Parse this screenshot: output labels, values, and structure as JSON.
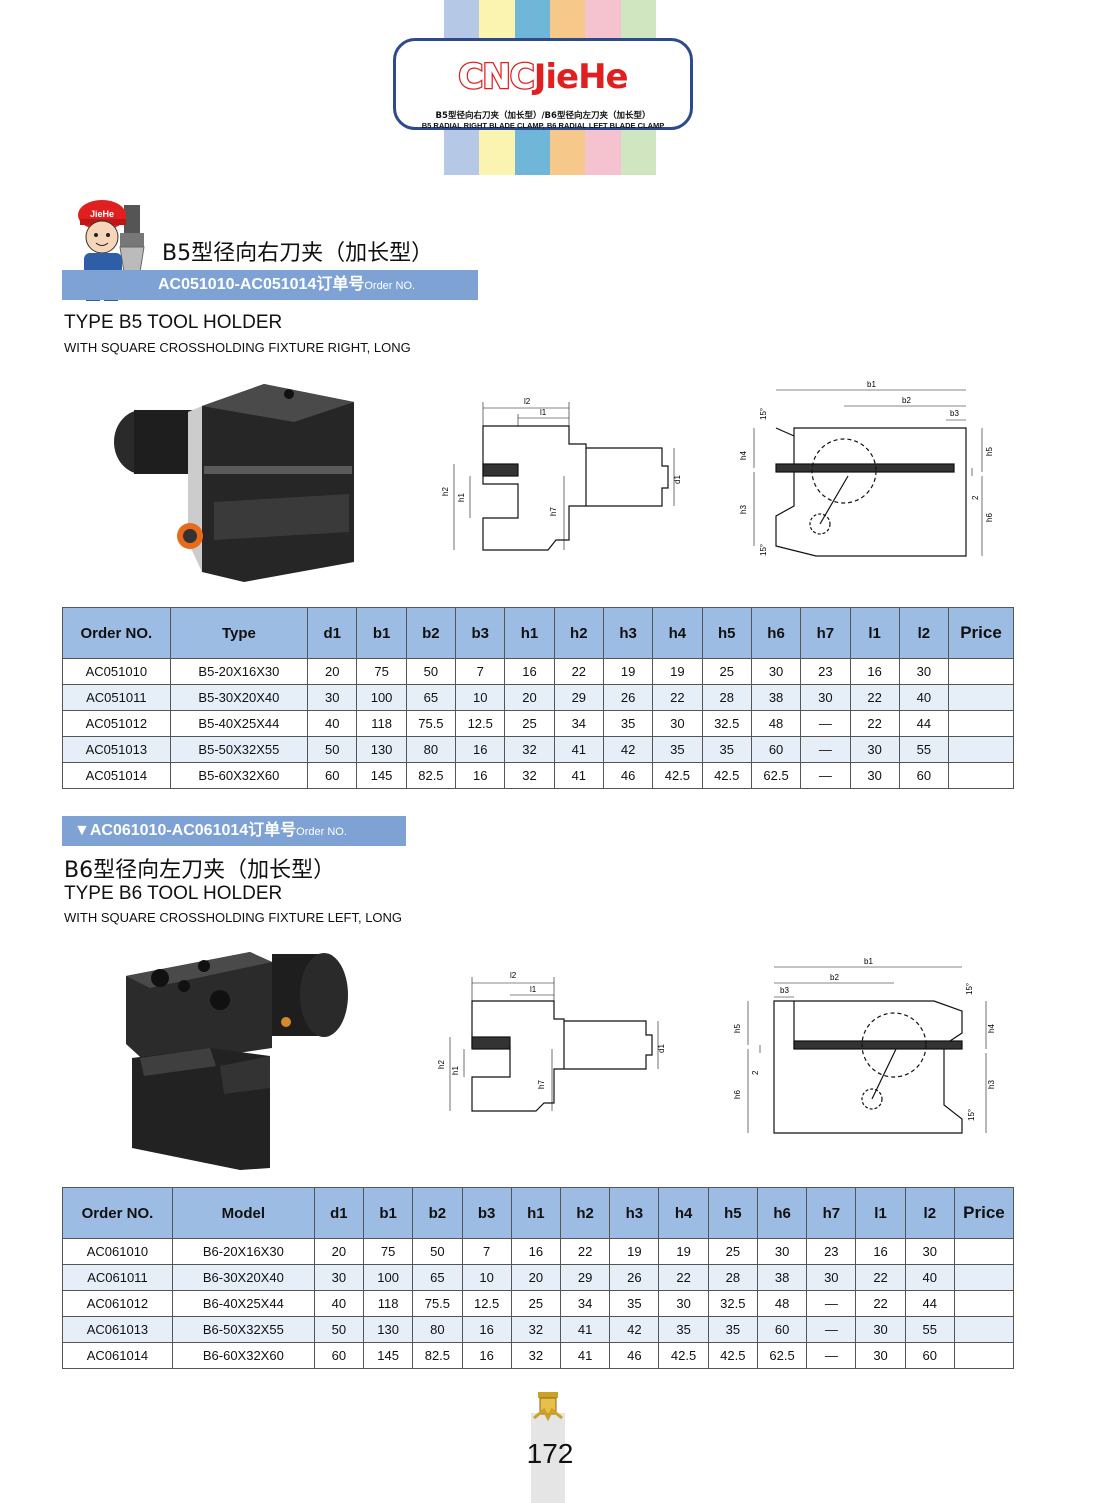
{
  "header": {
    "brand_cnc": "CNC",
    "brand_jiehe": "JieHe",
    "subtitle_cn": "B5型径向右刀夹（加长型）/B6型径向左刀夹（加长型）",
    "subtitle_en": "B5 RADIAL RIGHT BLADE CLAMP, B6 RADIAL LEFT BLADE CLAMP",
    "stripe_colors": [
      "#b5c9e6",
      "#fbf3b0",
      "#6fb6d9",
      "#f6c98a",
      "#f5c3cf",
      "#cfe6c0"
    ]
  },
  "mascot": {
    "cap_text": "JieHe"
  },
  "b5": {
    "title_cn": "B5型径向右刀夹（加长型）",
    "order_range": "AC051010-AC051014订单号",
    "order_label": "Order NO.",
    "title_en": "TYPE B5 TOOL HOLDER",
    "subtitle_en": "WITH SQUARE CROSSHOLDING FIXTURE RIGHT, LONG",
    "columns": [
      "Order NO.",
      "Type",
      "d1",
      "b1",
      "b2",
      "b3",
      "h1",
      "h2",
      "h3",
      "h4",
      "h5",
      "h6",
      "h7",
      "l1",
      "l2",
      "Price"
    ],
    "rows": [
      [
        "AC051010",
        "B5-20X16X30",
        "20",
        "75",
        "50",
        "7",
        "16",
        "22",
        "19",
        "19",
        "25",
        "30",
        "23",
        "16",
        "30",
        ""
      ],
      [
        "AC051011",
        "B5-30X20X40",
        "30",
        "100",
        "65",
        "10",
        "20",
        "29",
        "26",
        "22",
        "28",
        "38",
        "30",
        "22",
        "40",
        ""
      ],
      [
        "AC051012",
        "B5-40X25X44",
        "40",
        "118",
        "75.5",
        "12.5",
        "25",
        "34",
        "35",
        "30",
        "32.5",
        "48",
        "—",
        "22",
        "44",
        ""
      ],
      [
        "AC051013",
        "B5-50X32X55",
        "50",
        "130",
        "80",
        "16",
        "32",
        "41",
        "42",
        "35",
        "35",
        "60",
        "—",
        "30",
        "55",
        ""
      ],
      [
        "AC051014",
        "B5-60X32X60",
        "60",
        "145",
        "82.5",
        "16",
        "32",
        "41",
        "46",
        "42.5",
        "42.5",
        "62.5",
        "—",
        "30",
        "60",
        ""
      ]
    ]
  },
  "b6": {
    "order_range": "▼AC061010-AC061014订单号",
    "order_label": "Order NO.",
    "title_cn": "B6型径向左刀夹（加长型）",
    "title_en": "TYPE B6 TOOL HOLDER",
    "subtitle_en": "WITH SQUARE CROSSHOLDING FIXTURE LEFT, LONG",
    "columns": [
      "Order NO.",
      "Model",
      "d1",
      "b1",
      "b2",
      "b3",
      "h1",
      "h2",
      "h3",
      "h4",
      "h5",
      "h6",
      "h7",
      "l1",
      "l2",
      "Price"
    ],
    "rows": [
      [
        "AC061010",
        "B6-20X16X30",
        "20",
        "75",
        "50",
        "7",
        "16",
        "22",
        "19",
        "19",
        "25",
        "30",
        "23",
        "16",
        "30",
        ""
      ],
      [
        "AC061011",
        "B6-30X20X40",
        "30",
        "100",
        "65",
        "10",
        "20",
        "29",
        "26",
        "22",
        "28",
        "38",
        "30",
        "22",
        "40",
        ""
      ],
      [
        "AC061012",
        "B6-40X25X44",
        "40",
        "118",
        "75.5",
        "12.5",
        "25",
        "34",
        "35",
        "30",
        "32.5",
        "48",
        "—",
        "22",
        "44",
        ""
      ],
      [
        "AC061013",
        "B6-50X32X55",
        "50",
        "130",
        "80",
        "16",
        "32",
        "41",
        "42",
        "35",
        "35",
        "60",
        "—",
        "30",
        "55",
        ""
      ],
      [
        "AC061014",
        "B6-60X32X60",
        "60",
        "145",
        "82.5",
        "16",
        "32",
        "41",
        "46",
        "42.5",
        "42.5",
        "62.5",
        "—",
        "30",
        "60",
        ""
      ]
    ]
  },
  "dim_labels": {
    "l1": "l1",
    "l2": "l2",
    "h1": "h1",
    "h2": "h2",
    "h7": "h7",
    "d1": "d1",
    "b1": "b1",
    "b2": "b2",
    "b3": "b3",
    "h3": "h3",
    "h4": "h4",
    "h5": "h5",
    "h6": "h6",
    "two": "2",
    "angle": "15°"
  },
  "page_number": "172"
}
